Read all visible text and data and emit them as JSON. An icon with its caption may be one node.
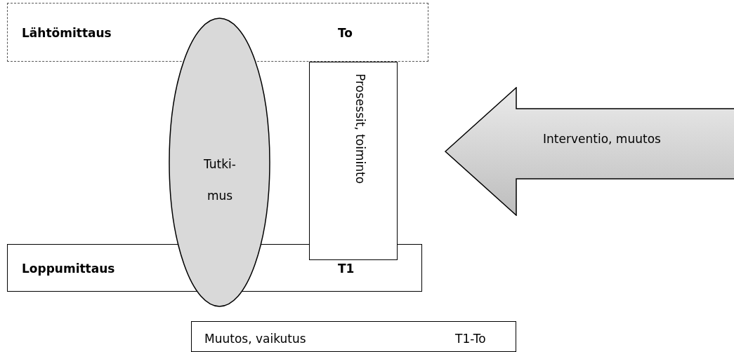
{
  "diagram": {
    "nodes": [
      {
        "text": [
          "Lähtömittaus",
          "To"
        ]
      },
      {
        "text": [
          "Tutki- mus"
        ]
      },
      {
        "text": [
          "Prosessit, toiminto"
        ]
      },
      {
        "text": [
          "Loppumittaus",
          "T1"
        ]
      },
      {
        "text": [
          "Muutos, vaikutus",
          "T1-To"
        ]
      },
      {
        "text": [
          "Interventio, muutos"
        ]
      }
    ]
  }
}
